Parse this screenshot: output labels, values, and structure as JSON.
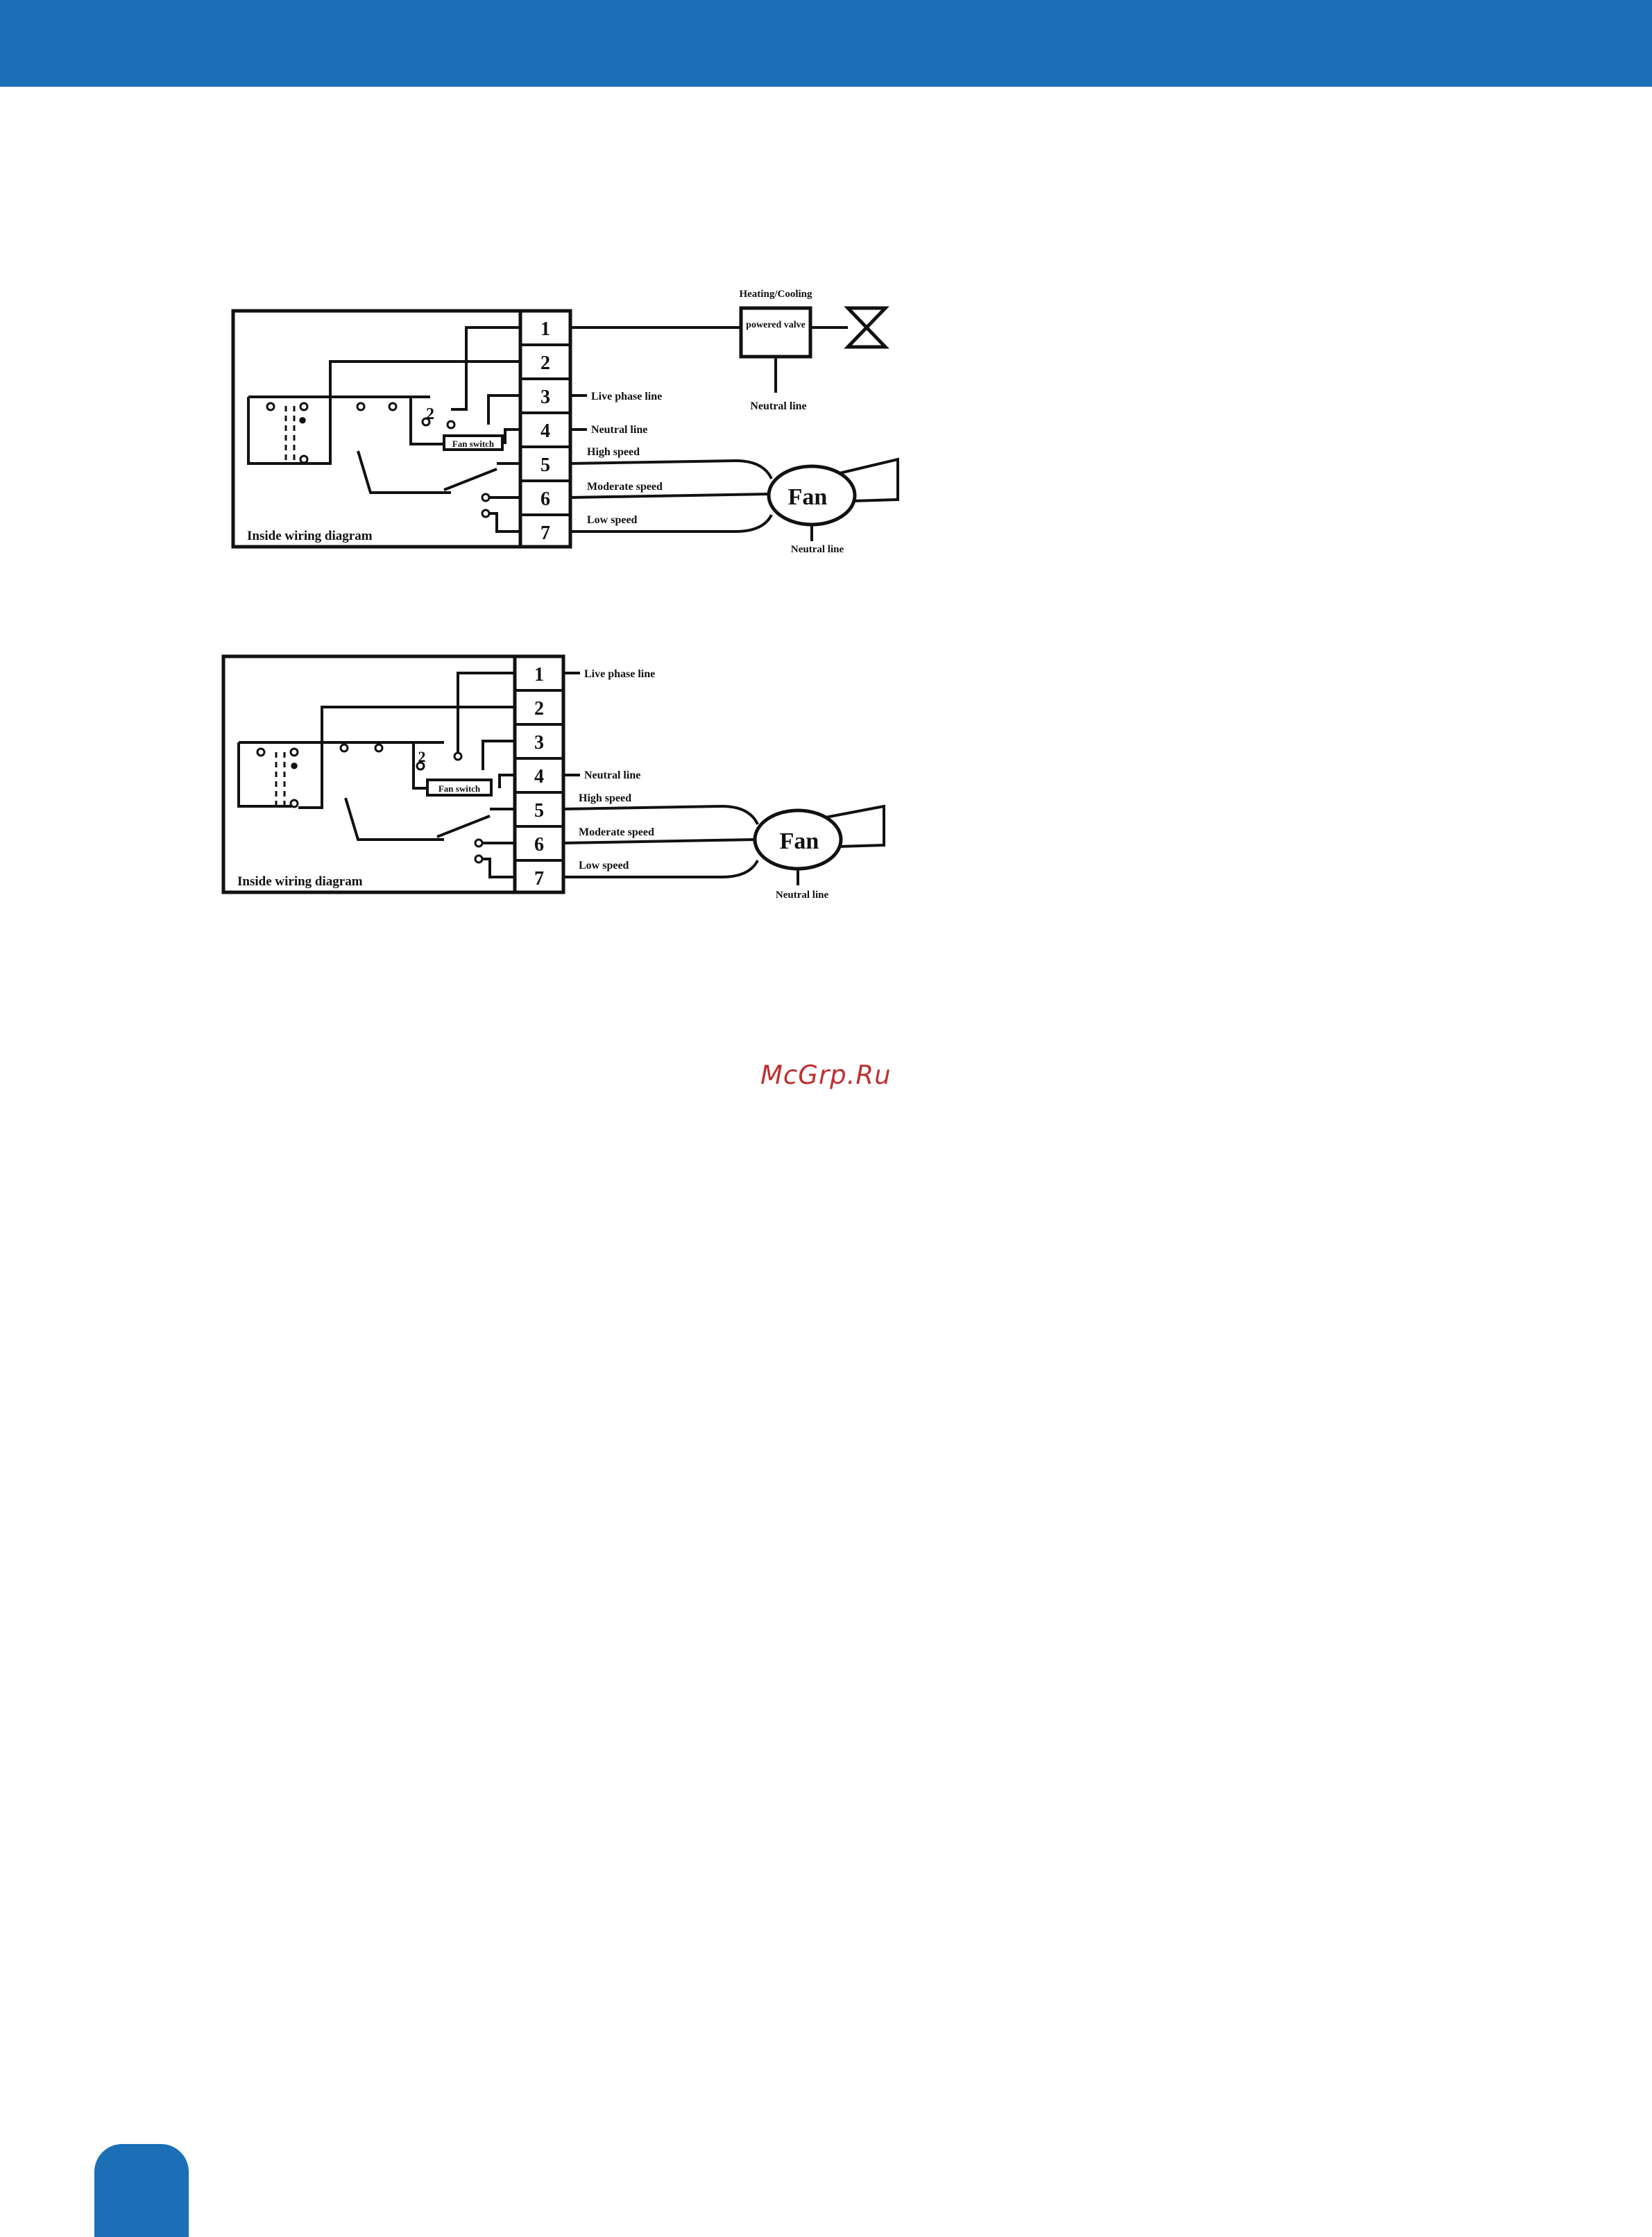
{
  "page": {
    "brand_color": "#1a6fb7",
    "watermark": "McGrp.Ru"
  },
  "diagram1": {
    "terminals": [
      "1",
      "2",
      "3",
      "4",
      "5",
      "6",
      "7"
    ],
    "caption": "Inside wiring diagram",
    "valve_header": "Heating/Cooling",
    "valve_box": "powered valve",
    "valve_neutral": "Neutral line",
    "fan_label": "Fan",
    "fan_neutral": "Neutral line",
    "fan_switch": "Fan switch",
    "switch_mark": "2",
    "labels": {
      "t3": "Live phase line",
      "t4": "Neutral line",
      "t5": "High speed",
      "t6": "Moderate speed",
      "t7": "Low speed"
    }
  },
  "diagram2": {
    "terminals": [
      "1",
      "2",
      "3",
      "4",
      "5",
      "6",
      "7"
    ],
    "caption": "Inside wiring diagram",
    "fan_label": "Fan",
    "fan_neutral": "Neutral line",
    "fan_switch": "Fan switch",
    "switch_mark": "2",
    "labels": {
      "t1": "Live phase line",
      "t4": "Neutral line",
      "t5": "High speed",
      "t6": "Moderate speed",
      "t7": "Low speed"
    }
  }
}
